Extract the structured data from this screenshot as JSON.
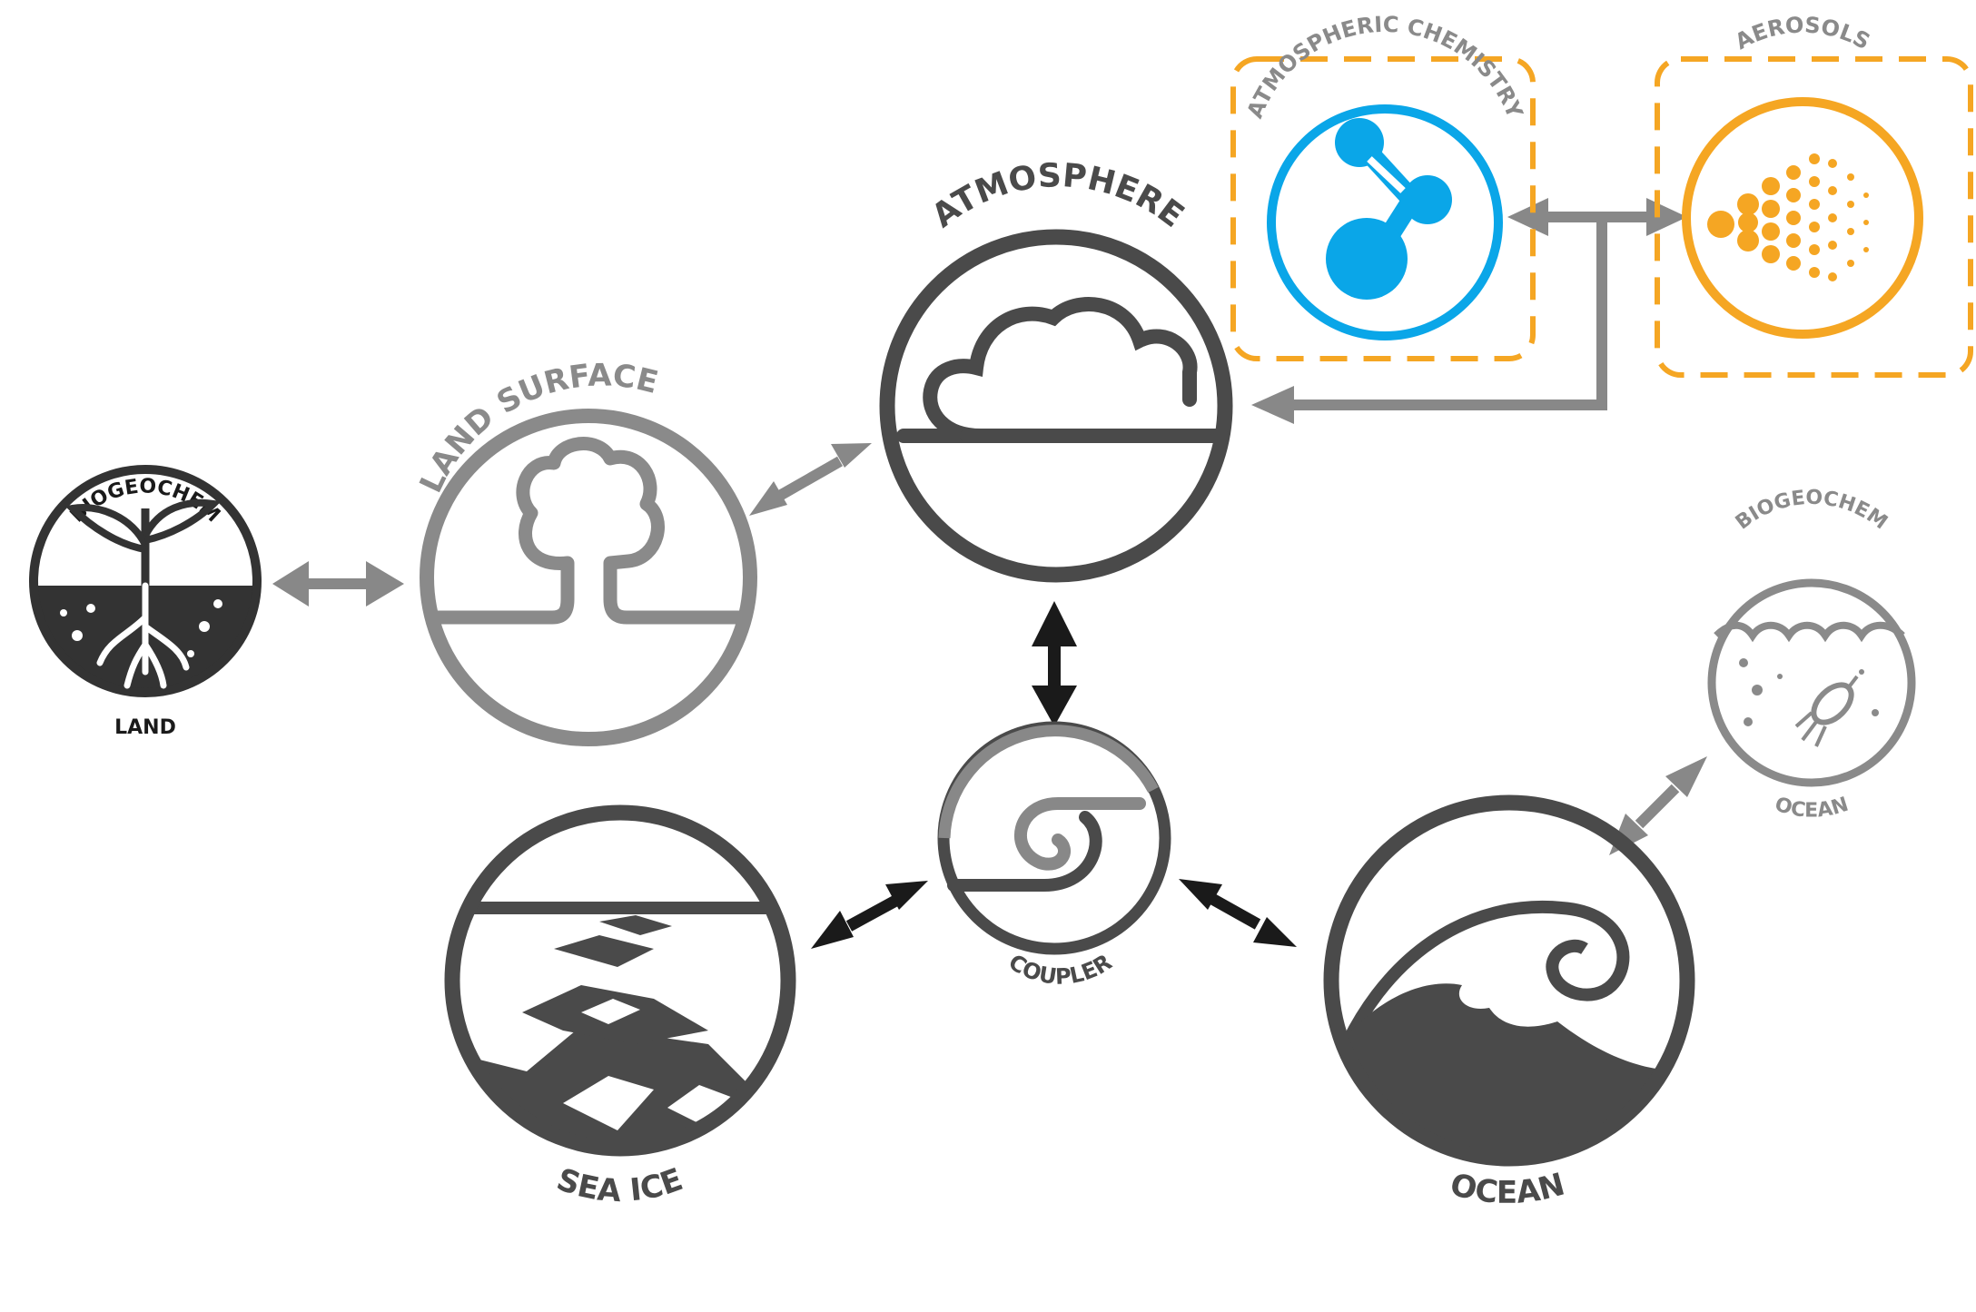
{
  "components": {
    "biogeochem_land": {
      "top_label": "BIOGEOCHEM",
      "bottom_label": "LAND",
      "icon": "plant-roots-icon"
    },
    "land_surface": {
      "label": "LAND SURFACE",
      "icon": "tree-icon"
    },
    "atmosphere": {
      "label": "ATMOSPHERE",
      "icon": "cloud-icon"
    },
    "atmospheric_chemistry": {
      "label": "ATMOSPHERIC CHEMISTRY",
      "icon": "molecule-icon"
    },
    "aerosols": {
      "label": "AEROSOLS",
      "icon": "aerosol-spray-icon"
    },
    "coupler": {
      "label": "COUPLER",
      "icon": "swirl-icon"
    },
    "sea_ice": {
      "label": "SEA ICE",
      "icon": "ice-floes-icon"
    },
    "ocean": {
      "label": "OCEAN",
      "icon": "wave-icon"
    },
    "biogeochem_ocean": {
      "top_label": "BIOGEOCHEM",
      "bottom_label": "OCEAN",
      "icon": "plankton-icon"
    }
  },
  "colors": {
    "dark": "#4a4a4a",
    "mid": "#888888",
    "black": "#1a1a1a",
    "chem_blue": "#0aa6e8",
    "aerosol_orange": "#f5a623"
  }
}
